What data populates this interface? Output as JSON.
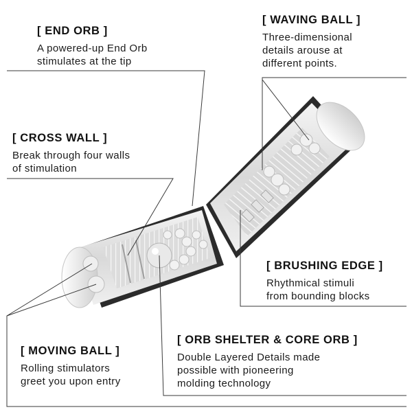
{
  "callouts": {
    "end_orb": {
      "title": "[ END ORB ]",
      "line1": "A powered-up End Orb",
      "line2": "stimulates at the tip"
    },
    "waving_ball": {
      "title": "[ WAVING BALL ]",
      "line1": "Three-dimensional",
      "line2": "details arouse at",
      "line3": "different points."
    },
    "cross_wall": {
      "title": "[ CROSS WALL ]",
      "line1": "Break through four walls",
      "line2": "of stimulation"
    },
    "brushing_edge": {
      "title": "[ BRUSHING EDGE ]",
      "line1": "Rhythmical stimuli",
      "line2": "from bounding blocks"
    },
    "moving_ball": {
      "title": "[ MOVING BALL ]",
      "line1": "Rolling stimulators",
      "line2": "greet you upon entry"
    },
    "orb_shelter": {
      "title": "[ ORB SHELTER & CORE ORB ]",
      "line1": "Double Layered Details made",
      "line2": "possible with pioneering",
      "line3": "molding technology"
    }
  },
  "colors": {
    "leader_line": "#3a3a3a",
    "case_frame": "#2b2b2b",
    "sleeve": "#e6e6e6",
    "text": "#1a1a1a"
  }
}
